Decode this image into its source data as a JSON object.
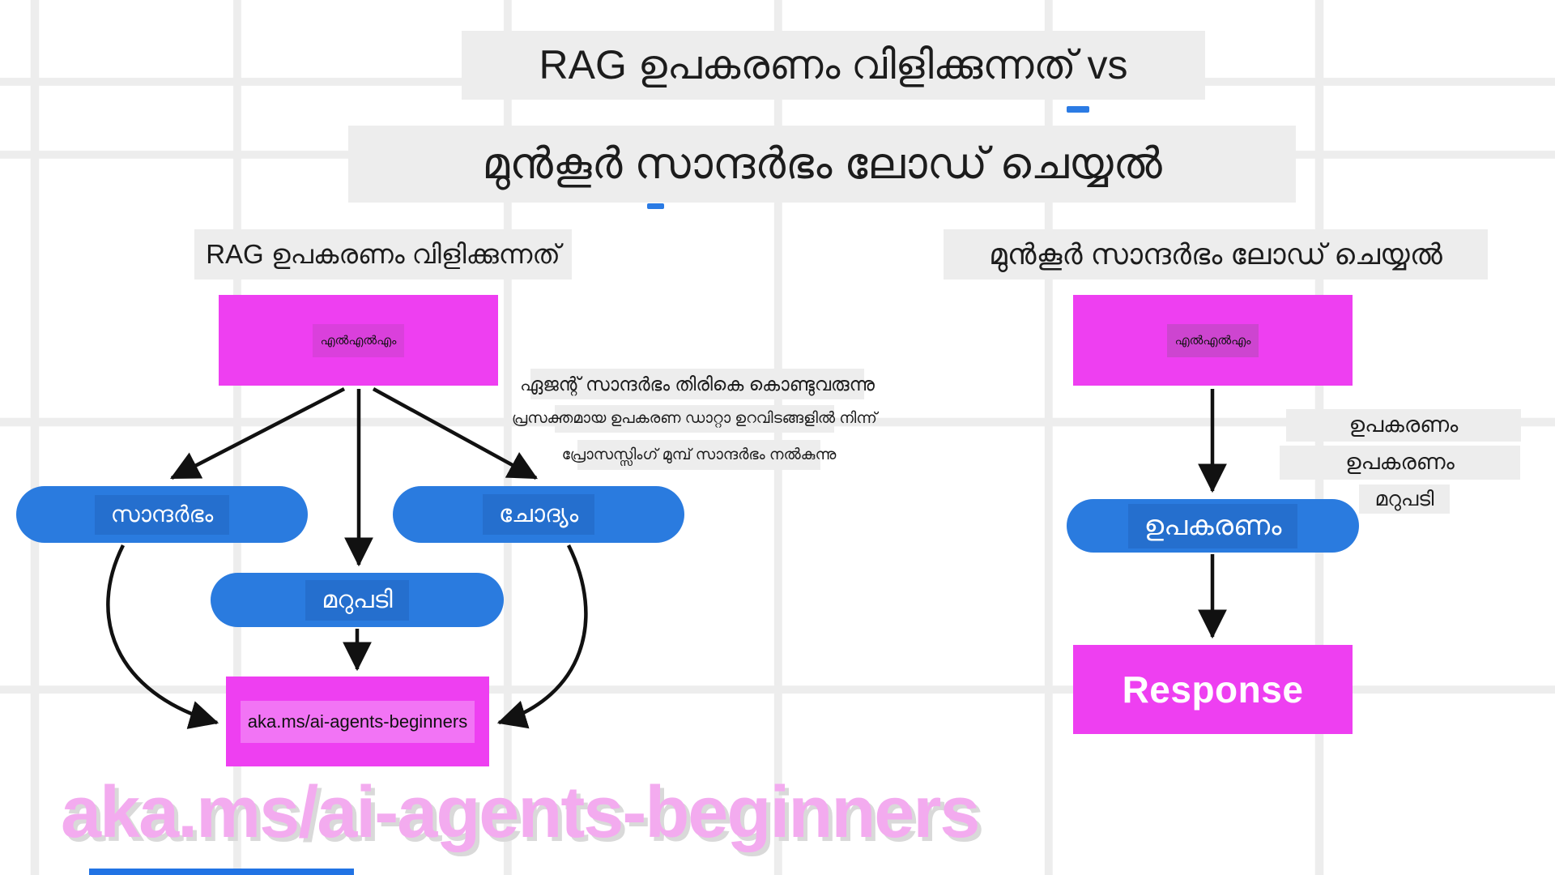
{
  "colors": {
    "magenta_box": "#EE3FF1",
    "blue_pill": "#2A7BDF",
    "label_background": "#EDEDED",
    "arrow_black": "#111111",
    "watermark_pink": "#F3ABEF",
    "accent_dash_blue": "#2B7BE4"
  },
  "title": {
    "line1": "RAG ഉപകരണം വിളിക്കുന്നത് vs",
    "line2": "മുൻകൂർ സാന്ദർഭം ലോഡ് ചെയ്യൽ"
  },
  "left_diagram": {
    "heading": "RAG ഉപകരണം വിളിക്കുന്നത്",
    "llm_label": "എൽഎൽഎം",
    "pill_context": "സാന്ദർഭം",
    "pill_question": "ചോദ്യം",
    "pill_answer": "മറുപടി",
    "notes": [
      "ഏജന്റ് സാന്ദർഭം തിരികെ കൊണ്ടുവരുന്നു",
      "പ്രസക്തമായ ഉപകരണ ഡാറ്റാ ഉറവിടങ്ങളിൽ നിന്ന്",
      "പ്രോസസ്സിംഗ് മുമ്പ് സാന്ദർഭം നൽകുന്നു"
    ],
    "result_label": "aka.ms/ai-agents-beginners"
  },
  "right_diagram": {
    "heading": "മുൻകൂർ സാന്ദർഭം ലോഡ് ചെയ്യൽ",
    "llm_label": "എൽഎൽഎം",
    "side_labels": [
      "ഉപകരണം",
      "ഉപകരണം",
      "മറുപടി"
    ],
    "tool_pill": "ഉപകരണം",
    "response_label": "Response"
  },
  "watermark": "aka.ms/ai-agents-beginners"
}
